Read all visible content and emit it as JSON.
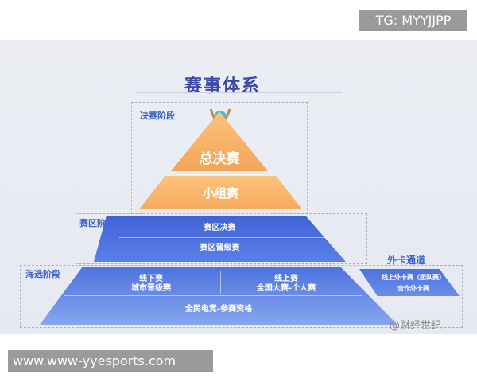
{
  "overlay": {
    "tg": "TG: MYYJJPP",
    "url": "www.www-yyesports.com"
  },
  "title": "赛事体系",
  "stages": {
    "final": "决赛阶段",
    "region": "赛区阶段",
    "selection": "海选阶段",
    "wildcard": "外卡通道"
  },
  "final": {
    "grand": "总决赛",
    "group": "小组赛"
  },
  "region": {
    "final": "赛区决赛",
    "promotion": "赛区晋级赛"
  },
  "selection": {
    "offline_title": "线下赛",
    "offline_sub": "城市晋级赛",
    "online_title": "线上赛",
    "online_sub": "全国大赛-个人赛",
    "base": "全民电竞-参赛资格"
  },
  "wildcard": {
    "online": "线上外卡赛（团队赛）",
    "partner": "合作外卡赛"
  },
  "watermark": "@财经世纪",
  "colors": {
    "orange": "#f4a456",
    "blue": "#4a6fdc",
    "title": "#3a4aa8"
  }
}
